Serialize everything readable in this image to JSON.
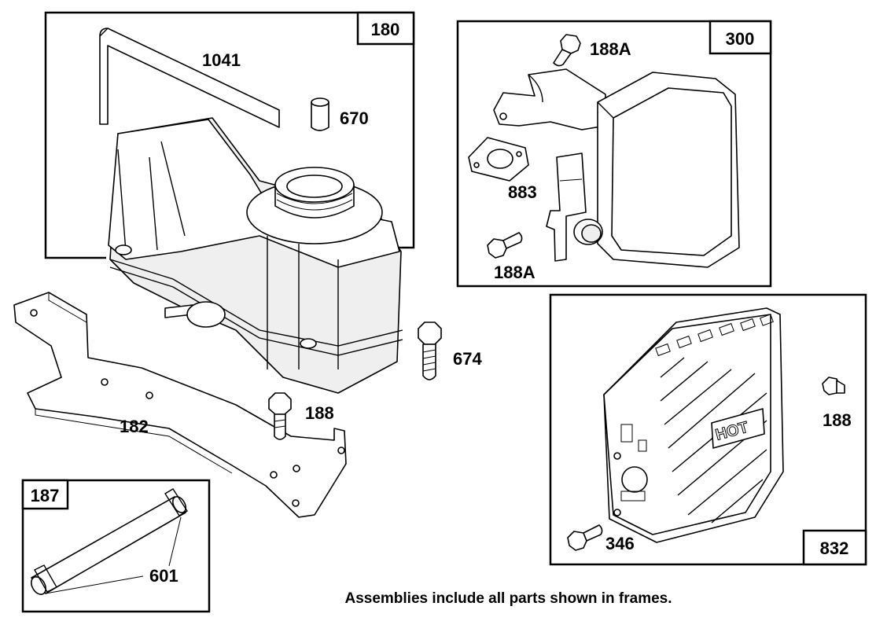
{
  "frames": [
    {
      "id": "180"
    },
    {
      "id": "300"
    },
    {
      "id": "187"
    },
    {
      "id": "832"
    }
  ],
  "labels": {
    "p1041": "1041",
    "p670": "670",
    "p182": "182",
    "p674": "674",
    "p188_tank": "188",
    "p188A_top": "188A",
    "p883": "883",
    "p188A_bottom": "188A",
    "p188_guard": "188",
    "p346": "346",
    "p601": "601"
  },
  "guard_text": "HOT",
  "footer": "Assemblies include all parts shown in frames."
}
